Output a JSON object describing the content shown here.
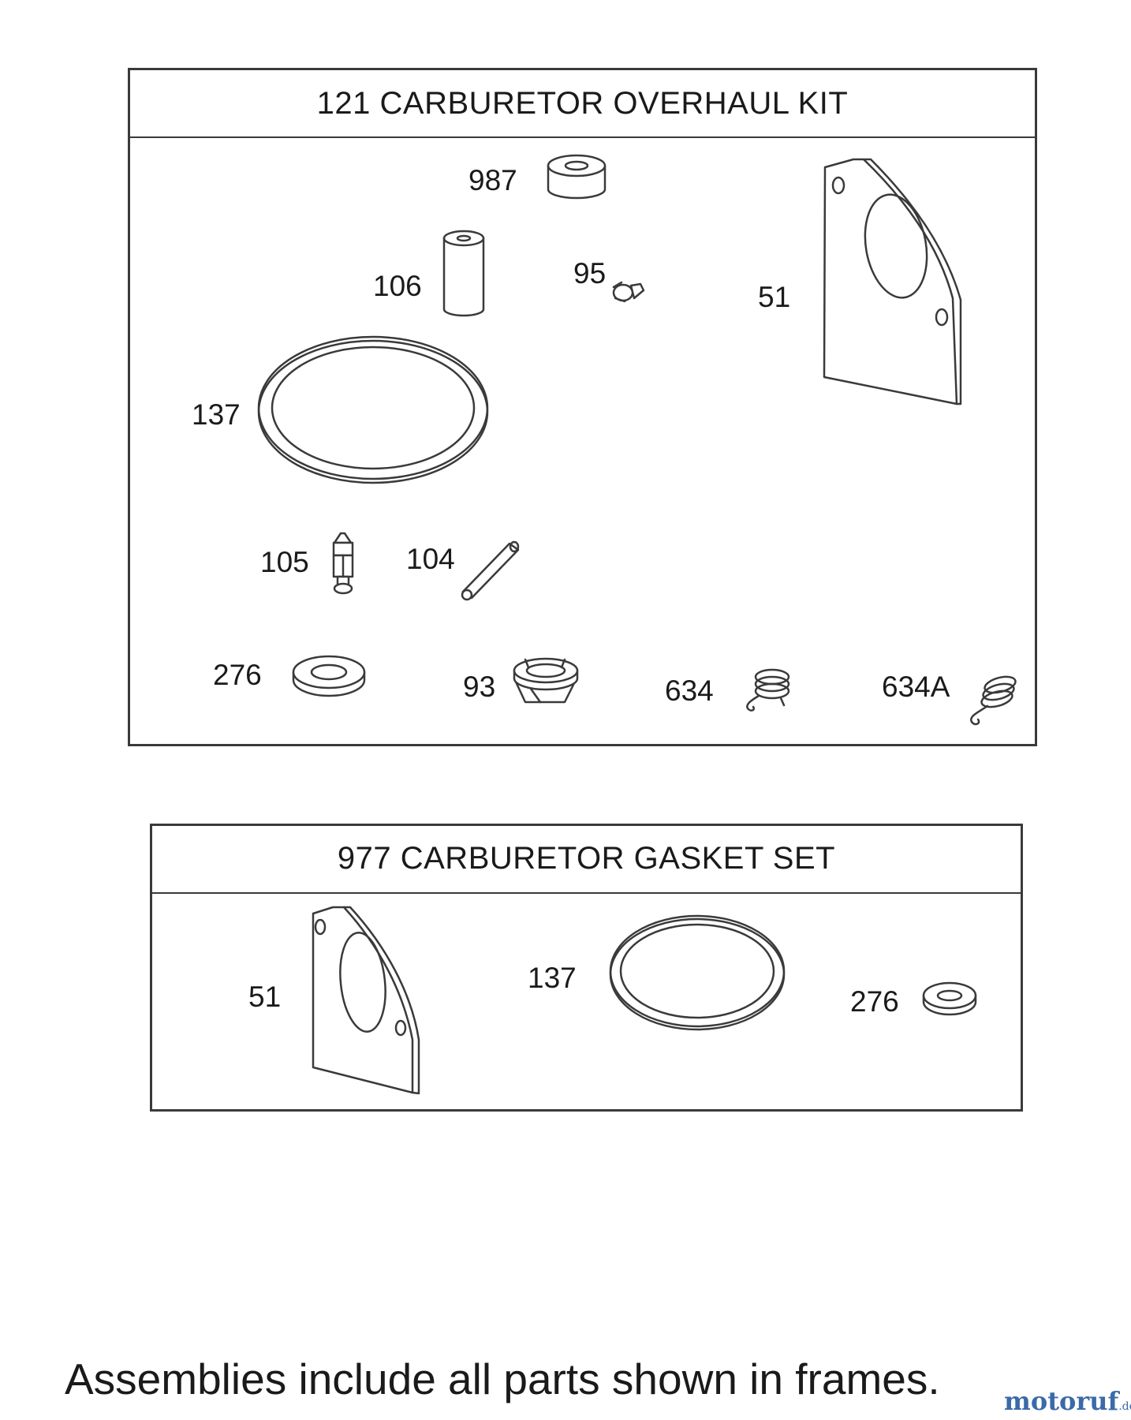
{
  "kit": {
    "title": "121 CARBURETOR OVERHAUL KIT",
    "parts": [
      "987",
      "106",
      "95",
      "51",
      "137",
      "105",
      "104",
      "276",
      "93",
      "634",
      "634A"
    ]
  },
  "gasket_set": {
    "title": "977 CARBURETOR GASKET SET",
    "parts": [
      "51",
      "137",
      "276"
    ]
  },
  "footer_note": "Assemblies include all parts shown in frames.",
  "watermark": {
    "main": "motoruf",
    "suffix": ".de"
  },
  "colors": {
    "line": "#3a3a3a",
    "watermark": "#3b6aa8"
  }
}
